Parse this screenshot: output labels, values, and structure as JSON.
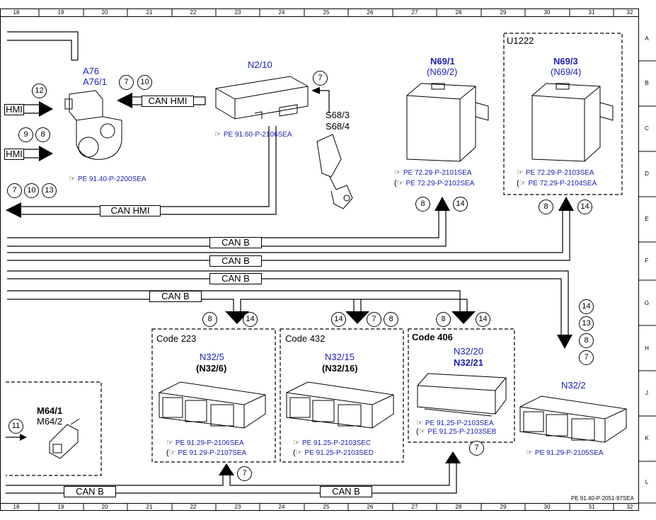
{
  "grid": {
    "columns": [
      "18",
      "19",
      "20",
      "21",
      "22",
      "23",
      "24",
      "25",
      "26",
      "27",
      "28",
      "29",
      "30",
      "31",
      "32"
    ],
    "rows": [
      "A",
      "B",
      "C",
      "D",
      "E",
      "F",
      "G",
      "H",
      "J",
      "K",
      "L"
    ]
  },
  "components": {
    "a76": {
      "code": "A76",
      "alt": "A76/1",
      "ref": "PE 91.40-P-2200SEA"
    },
    "n2_10": {
      "code": "N2/10",
      "ref": "PE 91.60-P-2106SEA"
    },
    "s68": {
      "code": "S68/3",
      "alt": "S68/4"
    },
    "n69_1": {
      "code": "N69/1",
      "alt": "(N69/2)",
      "ref1": "PE 72.29-P-2101SEA",
      "ref2": "PE 72.29-P-2102SEA"
    },
    "u1222": {
      "label": "U1222"
    },
    "n69_3": {
      "code": "N69/3",
      "alt": "(N69/4)",
      "ref1": "PE 72.29-P-2103SEA",
      "ref2": "PE 72.29-P-2104SEA"
    },
    "code223": {
      "label": "Code 223"
    },
    "n32_5": {
      "code": "N32/5",
      "alt": "(N32/6)",
      "ref1": "PE 91.29-P-2106SEA",
      "ref2": "PE 91.29-P-2107SEA"
    },
    "code432": {
      "label": "Code 432"
    },
    "n32_15": {
      "code": "N32/15",
      "alt": "(N32/16)",
      "ref1": "PE 91.25-P-2103SEC",
      "ref2": "PE 91.25-P-2103SED"
    },
    "code406": {
      "label": "Code 406"
    },
    "n32_20": {
      "code": "N32/20",
      "alt": "N32/21",
      "ref1": "PE 91.25-P-2103SEA",
      "ref2": "PE 91.25-P-2103SEB"
    },
    "n32_2": {
      "code": "N32/2",
      "ref": "PE 91.29-P-2105SEA"
    },
    "m64": {
      "code": "M64/1",
      "alt": "M64/2"
    }
  },
  "buses": {
    "hmi_left1": "HMI",
    "hmi_left2": "HMI",
    "can_hmi_top": "CAN HMI",
    "can_hmi_mid": "CAN HMI",
    "can_b1": "CAN B",
    "can_b2": "CAN B",
    "can_b3": "CAN B",
    "can_b4": "CAN B",
    "can_b5": "CAN B",
    "can_b6": "CAN B"
  },
  "circles": {
    "c12": "12",
    "c9": "9",
    "c8a": "8",
    "c7a": "7",
    "c10a": "10",
    "c7s": "7",
    "c7b": "7",
    "c10b": "10",
    "c13b": "13",
    "c8n69": "8",
    "c14n69": "14",
    "c8n693": "8",
    "c14n693": "14",
    "c14r": "14",
    "c13r": "13",
    "c8r": "8",
    "c7r": "7",
    "c8g1": "8",
    "c14g1": "14",
    "c14g2": "14",
    "c7g2": "7",
    "c8g2": "8",
    "c8g3": "8",
    "c14g3": "14",
    "c11": "11",
    "c7bot1": "7",
    "c7bot2": "7"
  },
  "footer": "PE 91.40-P-2051-97SEA"
}
